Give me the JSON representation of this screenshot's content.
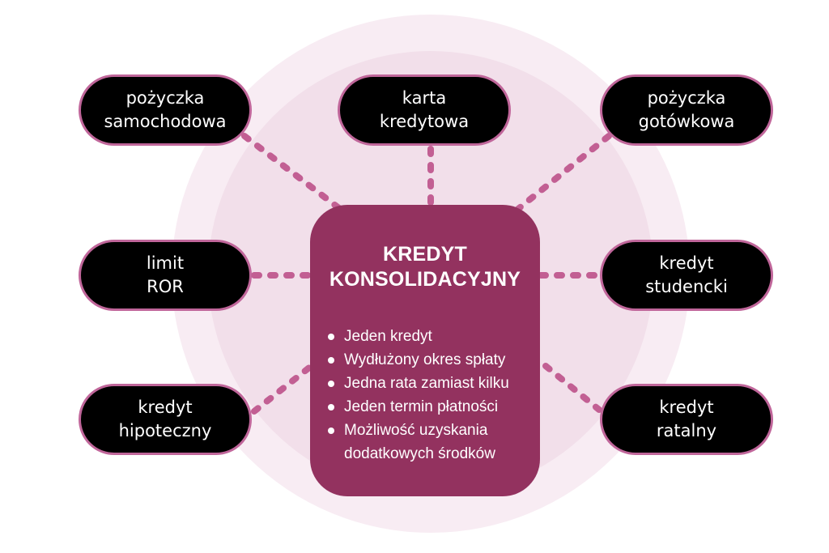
{
  "colors": {
    "background": "#ffffff",
    "outer_circle": "#f8ecf3",
    "inner_circle": "#f2dfea",
    "center_box": "#93325f",
    "pill_fill": "#000000",
    "pill_border": "#c0669a",
    "connector": "#c25f93",
    "text_light": "#ffffff"
  },
  "center": {
    "title_line1": "KREDYT",
    "title_line2": "KONSOLIDACYJNY",
    "features": [
      "Jeden kredyt",
      "Wydłużony okres spłaty",
      "Jedna rata zamiast kilku",
      "Jeden termin płatności",
      "Możliwość uzyskania dodatkowych środków"
    ],
    "feature_5_line1": "Możliwość uzyskania",
    "feature_5_line2": "dodatkowych środków"
  },
  "nodes": [
    {
      "id": "top-left",
      "line1": "pożyczka",
      "line2": "samochodowa"
    },
    {
      "id": "top-center",
      "line1": "karta",
      "line2": "kredytowa"
    },
    {
      "id": "top-right",
      "line1": "pożyczka",
      "line2": "gotówkowa"
    },
    {
      "id": "middle-left",
      "line1": "limit",
      "line2": "ROR"
    },
    {
      "id": "middle-right",
      "line1": "kredyt",
      "line2": "studencki"
    },
    {
      "id": "bottom-left",
      "line1": "kredyt",
      "line2": "hipoteczny"
    },
    {
      "id": "bottom-right",
      "line1": "kredyt",
      "line2": "ratalny"
    }
  ]
}
